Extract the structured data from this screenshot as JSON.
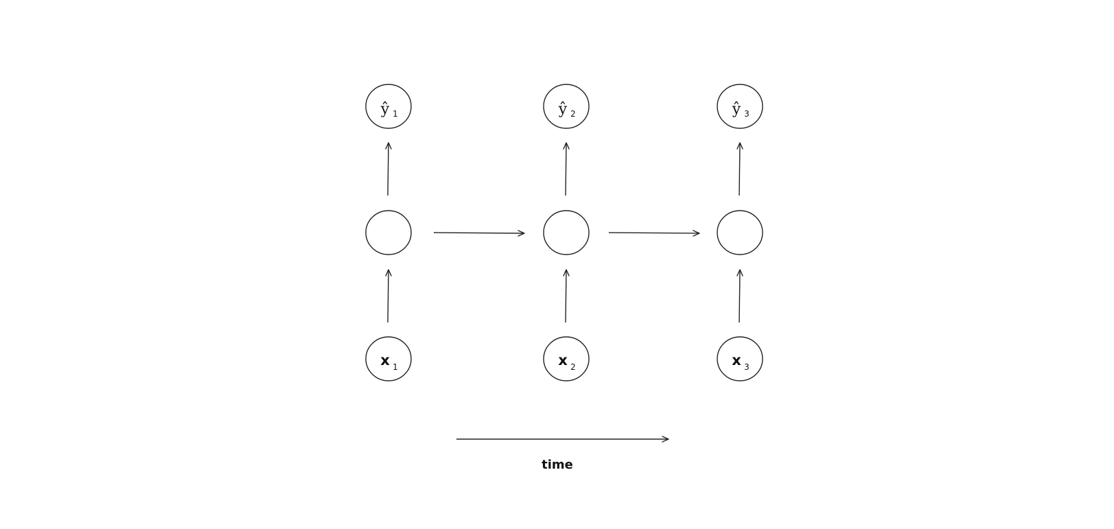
{
  "columns": [
    {
      "output": {
        "base": "ŷ",
        "sub": "1"
      },
      "input": {
        "base": "x",
        "sub": "1"
      }
    },
    {
      "output": {
        "base": "ŷ",
        "sub": "2"
      },
      "input": {
        "base": "x",
        "sub": "2"
      }
    },
    {
      "output": {
        "base": "ŷ",
        "sub": "3"
      },
      "input": {
        "base": "x",
        "sub": "3"
      }
    }
  ],
  "time_axis": {
    "label": "time"
  }
}
